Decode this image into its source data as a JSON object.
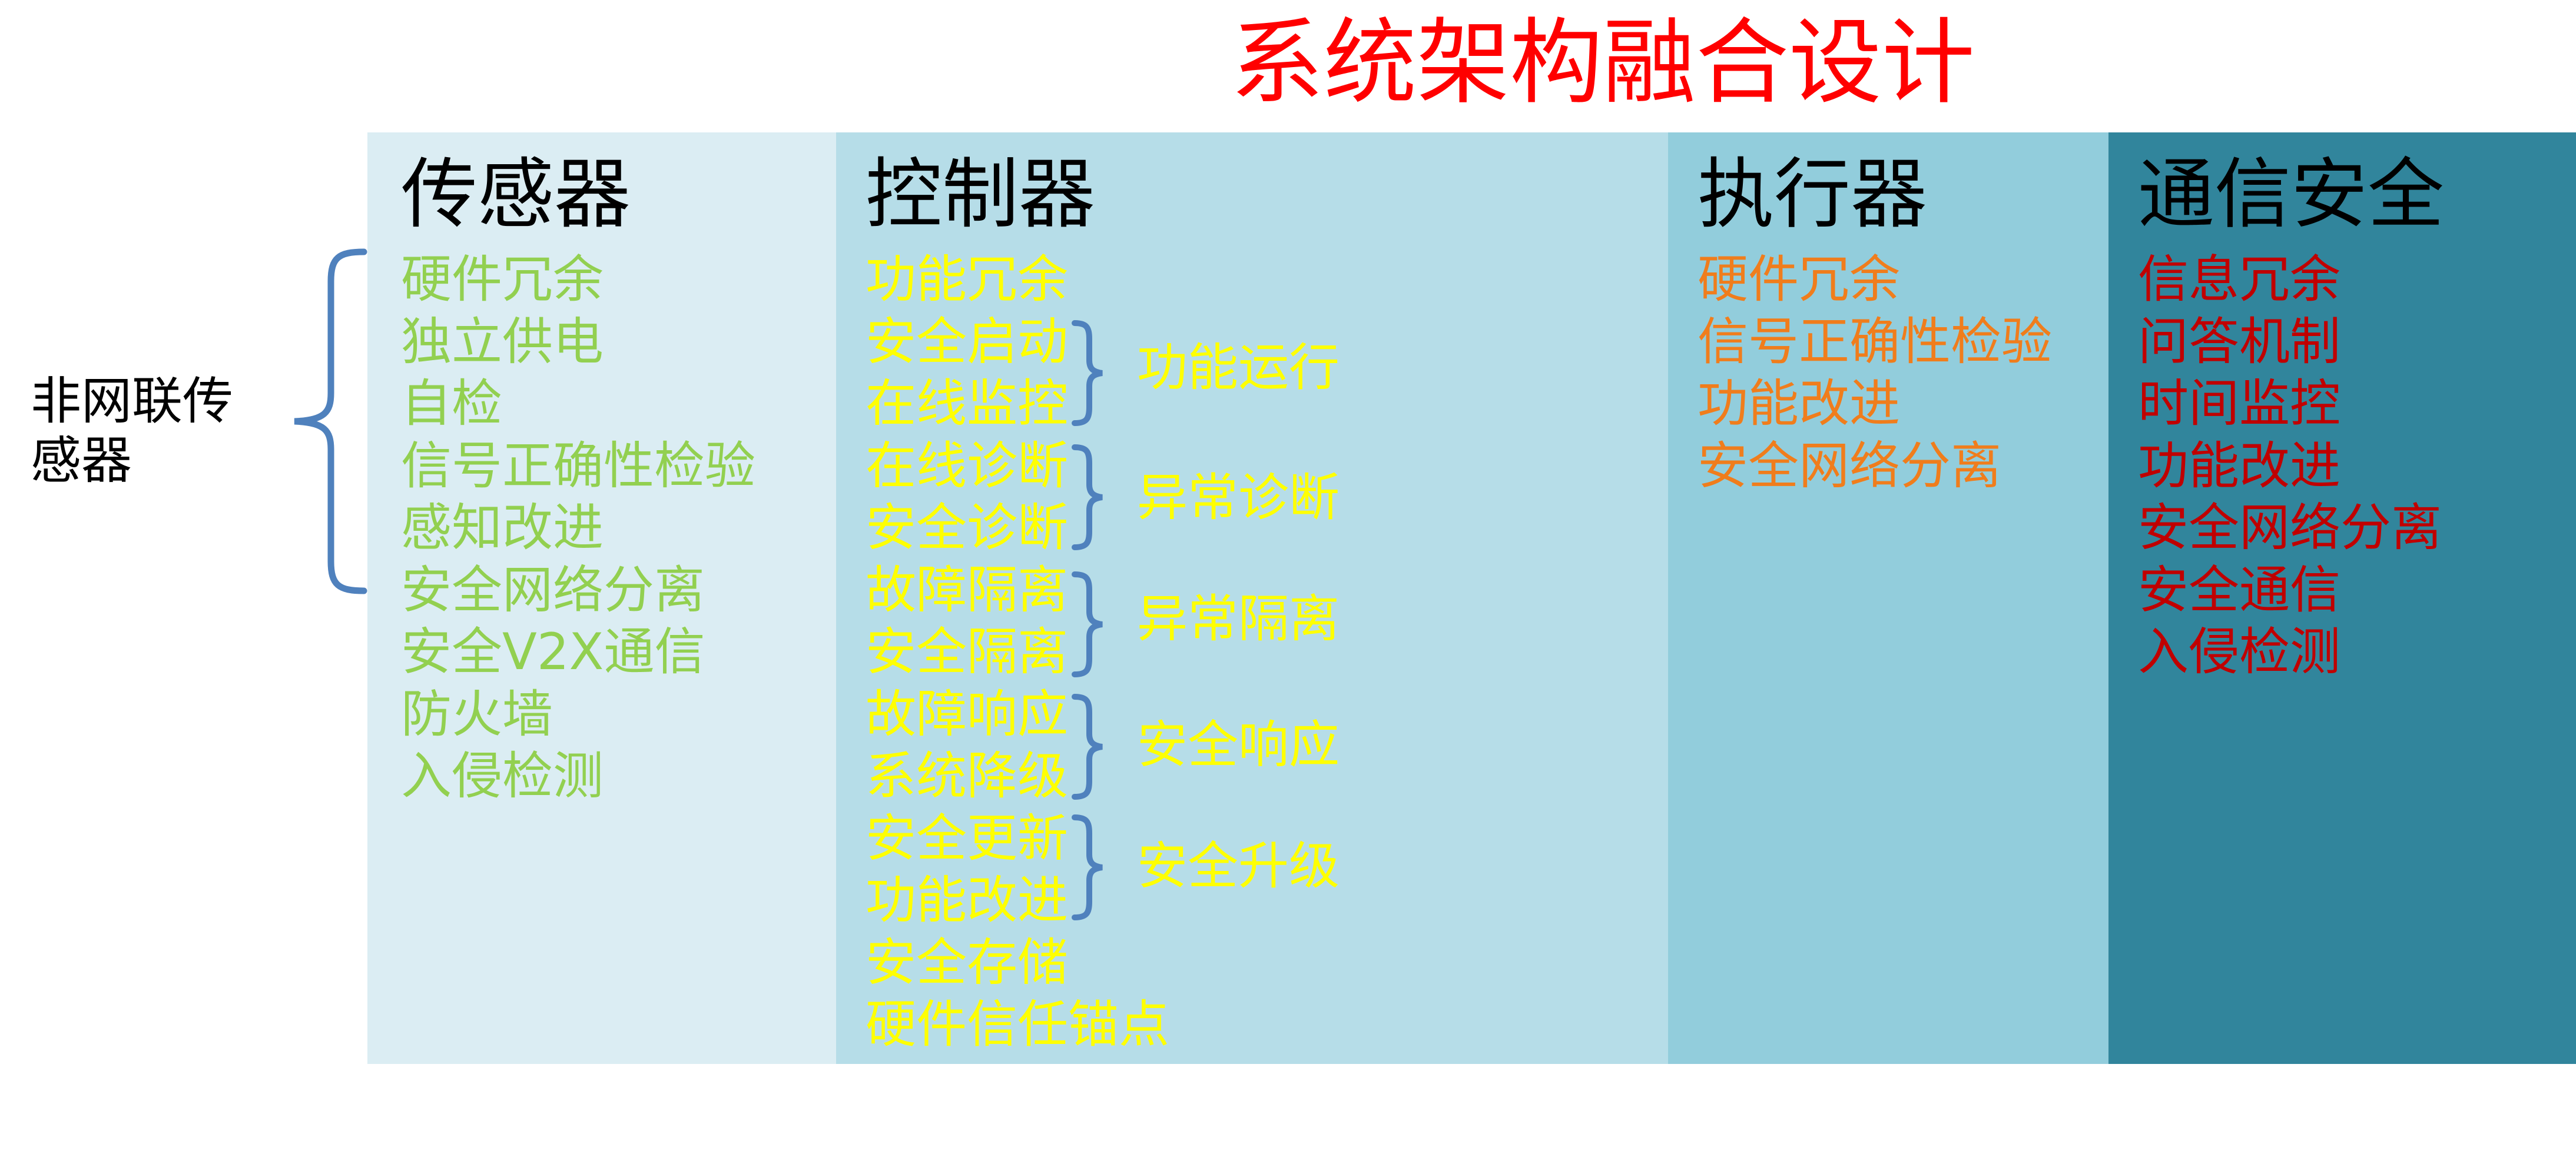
{
  "title": "系统架构融合设计",
  "side_label": "非网联传感器",
  "columns": {
    "sensor": {
      "title": "传感器",
      "items": [
        "硬件冗余",
        "独立供电",
        "自检",
        "信号正确性检验",
        "感知改进",
        "安全网络分离",
        "安全V2X通信",
        "防火墙",
        "入侵检测"
      ]
    },
    "controller": {
      "title": "控制器",
      "items": [
        "功能冗余",
        "安全启动",
        "在线监控",
        "在线诊断",
        "安全诊断",
        "故障隔离",
        "安全隔离",
        "故障响应",
        "系统降级",
        "安全更新",
        "功能改进",
        "安全存储",
        "硬件信任锚点"
      ],
      "groups": [
        "功能运行",
        "异常诊断",
        "异常隔离",
        "安全响应",
        "安全升级"
      ]
    },
    "actuator": {
      "title": "执行器",
      "items": [
        "硬件冗余",
        "信号正确性检验",
        "功能改进",
        "安全网络分离"
      ]
    },
    "communication": {
      "title": "通信安全",
      "items": [
        "信息冗余",
        "问答机制",
        "时间监控",
        "功能改进",
        "安全网络分离",
        "安全通信",
        "入侵检测"
      ]
    }
  },
  "colors": {
    "title": "#ff0000",
    "sensor_items": "#92d050",
    "controller_items": "#ffff00",
    "actuator_items": "#f07d1c",
    "communication_items": "#c00000",
    "brace": "#4f81bd"
  }
}
